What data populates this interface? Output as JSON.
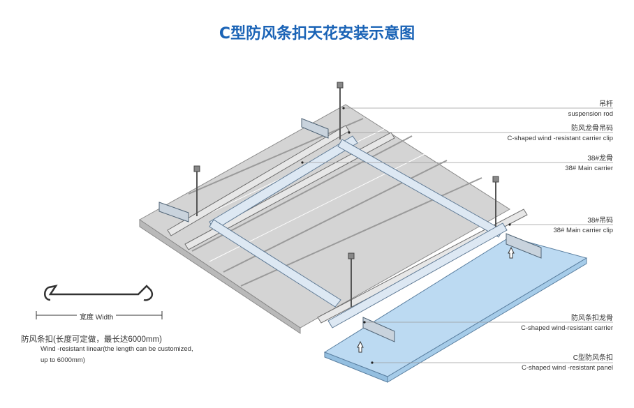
{
  "title": "C型防风条扣天花安装示意图",
  "labels": [
    {
      "zh": "吊杆",
      "en": "suspension rod"
    },
    {
      "zh": "防风龙骨吊码",
      "en": "C-shaped  wind -resistant carrier clip"
    },
    {
      "zh": "38#龙骨",
      "en": "38# Main carrier"
    },
    {
      "zh": "38#吊码",
      "en": "38# Main carrier clip"
    },
    {
      "zh": "防风条扣龙骨",
      "en": "C-shaped  wind-resistant carrier"
    },
    {
      "zh": "C型防风条扣",
      "en": "C-shaped wind -resistant panel"
    }
  ],
  "section": {
    "width_label": "宽度 Width",
    "note_zh": "防风条扣(长度可定做，最长达6000mm)",
    "note_en": "Wind -resistant linear(the length can be customized, up to 6000mm)"
  },
  "colors": {
    "title": "#1a63b6",
    "panel_gray": "#cfcfcf",
    "panel_blue": "#b9d8f0",
    "carrier": "#d7e3ef",
    "leader": "#999999"
  }
}
